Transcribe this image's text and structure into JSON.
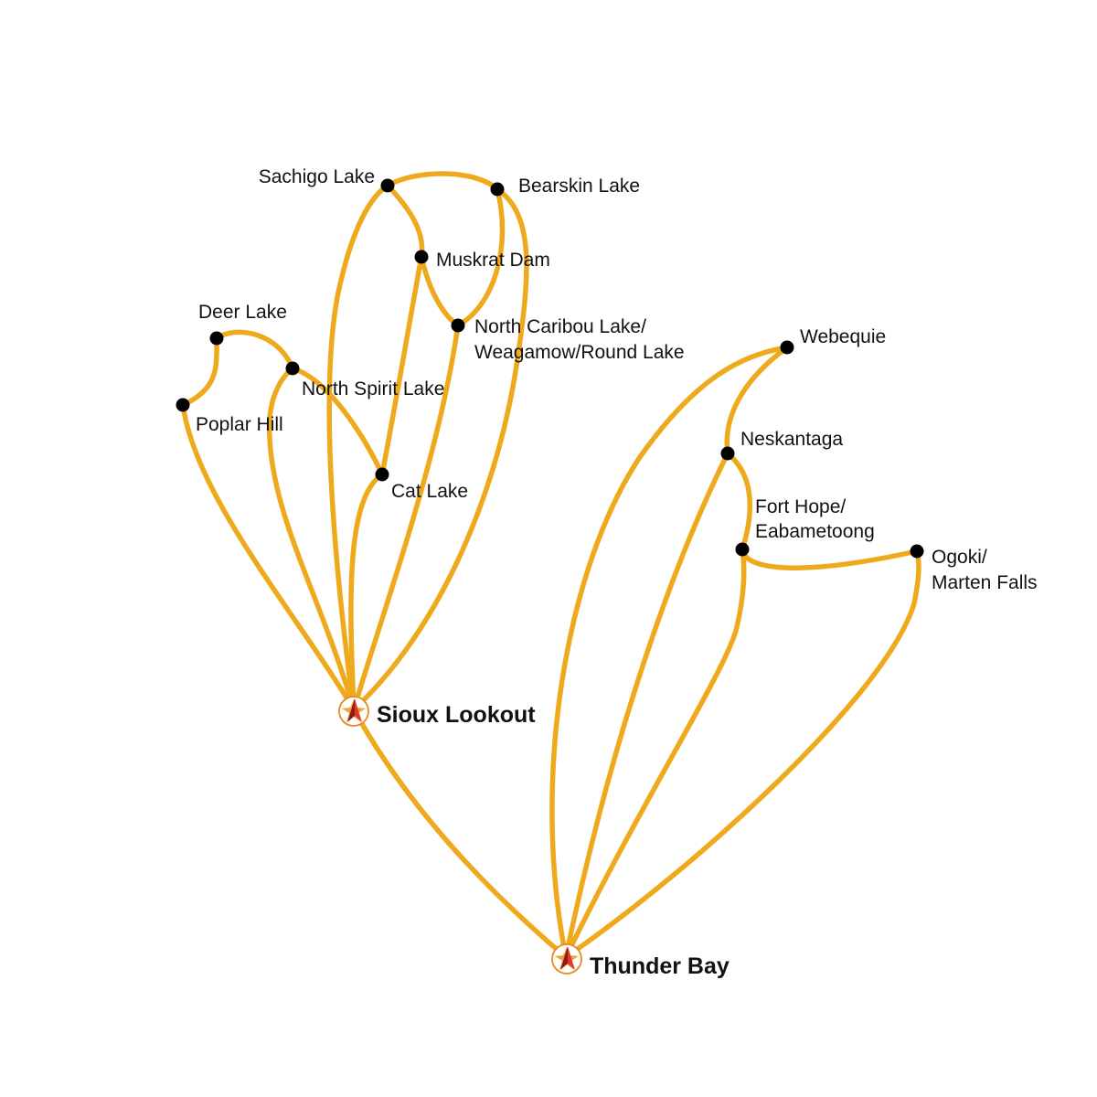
{
  "colors": {
    "route": "#EEAA1C",
    "stop": "#000000",
    "hub_ring": "#E88A1E",
    "hub_arrow_dark": "#8E1B1B",
    "hub_arrow_light": "#E23A2A",
    "hub_star": "#F2A23A"
  },
  "hubs": {
    "sioux_lookout": "Sioux Lookout",
    "thunder_bay": "Thunder Bay"
  },
  "stops": {
    "sachigo_lake": "Sachigo Lake",
    "bearskin_lake": "Bearskin Lake",
    "muskrat_dam": "Muskrat Dam",
    "deer_lake": "Deer Lake",
    "north_caribou_lake": [
      "North Caribou Lake/",
      "Weagamow/Round Lake"
    ],
    "north_spirit_lake": "North Spirit Lake",
    "poplar_hill": "Poplar Hill",
    "cat_lake": "Cat Lake",
    "webequie": "Webequie",
    "neskantaga": "Neskantaga",
    "fort_hope": [
      "Fort Hope/",
      "Eabametoong"
    ],
    "ogoki": [
      "Ogoki/",
      "Marten Falls"
    ]
  }
}
